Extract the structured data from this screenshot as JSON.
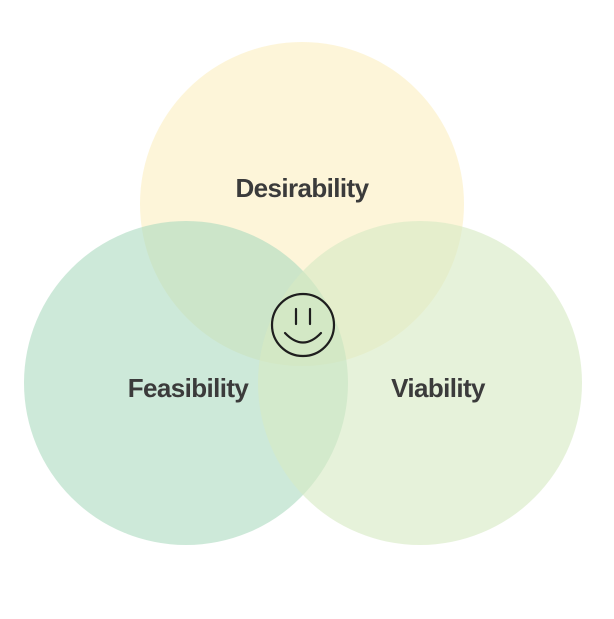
{
  "diagram": {
    "type": "venn",
    "circles": [
      {
        "id": "desirability",
        "label": "Desirability",
        "color": "#fdf3d2"
      },
      {
        "id": "feasibility",
        "label": "Feasibility",
        "color": "#a9d9bd"
      },
      {
        "id": "viability",
        "label": "Viability",
        "color": "#d6eac4"
      }
    ],
    "center_icon": "smiley-face-icon",
    "colors": {
      "text": "#3b3b3b",
      "icon_stroke": "#1e1e1e",
      "background": "#ffffff"
    }
  }
}
